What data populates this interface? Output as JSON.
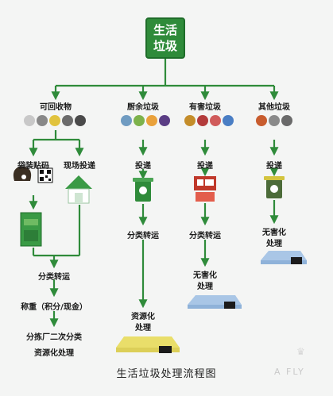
{
  "title": {
    "line1": "生活",
    "line2": "垃圾"
  },
  "categories": [
    {
      "name": "可回收物",
      "steps": [
        "袋装贴码",
        "现场投递",
        "分类转运",
        "称重（积分/现金）",
        "分拣厂二次分类",
        "资源化处理"
      ]
    },
    {
      "name": "厨余垃圾",
      "steps": [
        "投递",
        "分类转运",
        "资源化",
        "处理"
      ]
    },
    {
      "name": "有害垃圾",
      "steps": [
        "投递",
        "分类转运",
        "无害化",
        "处理"
      ]
    },
    {
      "name": "其他垃圾",
      "steps": [
        "投递",
        "无害化",
        "处理"
      ]
    }
  ],
  "caption": "生活垃圾处理流程图",
  "watermark": "A FLY",
  "colors": {
    "green": "#2f8b3a",
    "dark_green": "#1f6d2a",
    "yellow": "#e9de6a",
    "blue": "#a9c6e6"
  }
}
